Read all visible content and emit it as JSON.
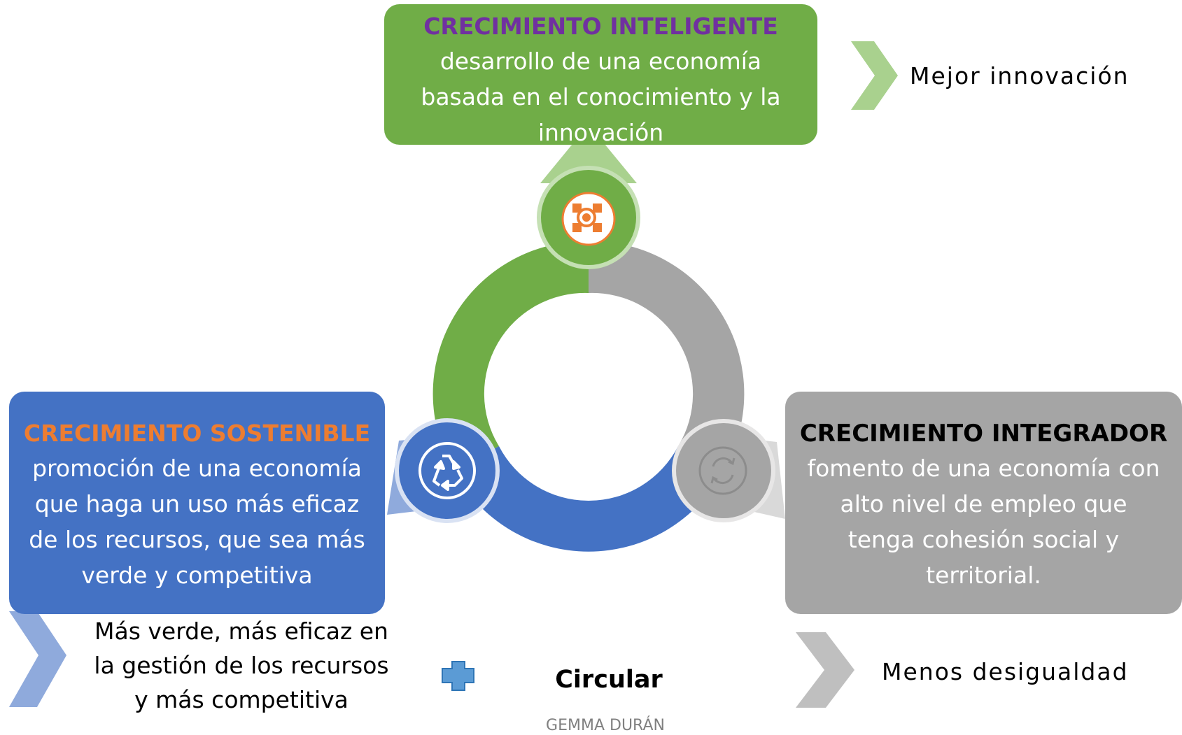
{
  "colors": {
    "green": "#70ad47",
    "blue": "#4472c4",
    "gray": "#a5a5a5",
    "purple": "#7030a0",
    "orange": "#ed7d31"
  },
  "inteligente": {
    "title": "CRECIMIENTO INTELIGENTE",
    "lines": [
      "desarrollo de una economía",
      "basada en el conocimiento y la",
      "innovación"
    ],
    "outcome": "Mejor innovación",
    "icon": "network-gear-icon"
  },
  "sostenible": {
    "title": "CRECIMIENTO SOSTENIBLE",
    "lines": [
      "promoción de una economía",
      "que haga un uso más eficaz",
      "de los recursos, que sea más",
      "verde y competitiva"
    ],
    "outcome_lines": [
      "Más verde, más eficaz en",
      "la gestión de los recursos",
      "y más competitiva"
    ],
    "icon": "recycle-icon"
  },
  "integrador": {
    "title": "CRECIMIENTO INTEGRADOR",
    "lines": [
      "fomento de una economía con",
      "alto nivel de empleo que",
      "tenga cohesión social y",
      "territorial."
    ],
    "outcome": "Menos desigualdad",
    "icon": "refresh-icon"
  },
  "center_label": "Circular",
  "author": "GEMMA DURÁN"
}
